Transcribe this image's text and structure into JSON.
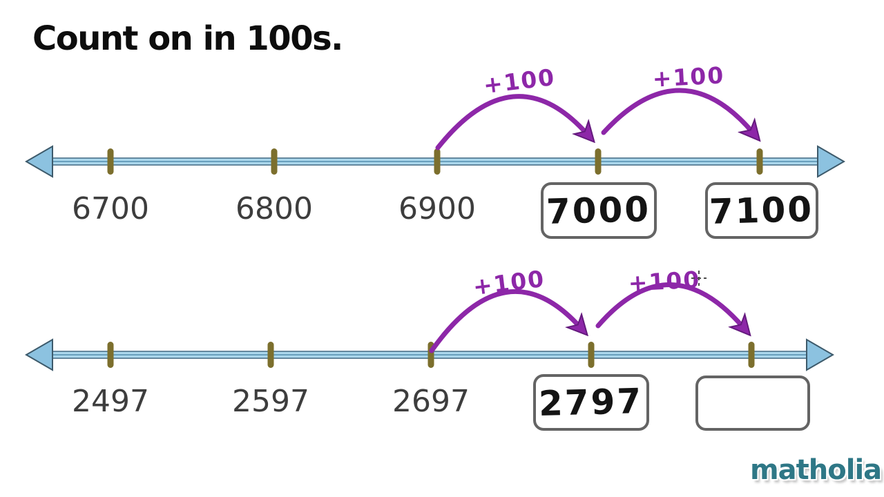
{
  "title": "Count on in 100s.",
  "logo": "matholia",
  "colors": {
    "line_fill": "#abd7ec",
    "line_edge": "#4a7088",
    "arrowhead_fill": "#8cc2e0",
    "tick": "#7c6f2d",
    "jump_arrow": "#8d27a8",
    "box_border": "#646464",
    "label_text": "#3d3d3d",
    "handwriting": "#141414",
    "logo_teal": "#2e7786"
  },
  "number_lines": [
    {
      "tick_labels": [
        "6700",
        "6800",
        "6900"
      ],
      "jumps": [
        {
          "label": "+100"
        },
        {
          "label": "+100"
        }
      ],
      "answer_boxes": [
        {
          "value": "7000",
          "filled": true
        },
        {
          "value": "7100",
          "filled": true
        }
      ]
    },
    {
      "tick_labels": [
        "2497",
        "2597",
        "2697"
      ],
      "jumps": [
        {
          "label": "+100"
        },
        {
          "label": "+100"
        }
      ],
      "answer_boxes": [
        {
          "value": "2797",
          "filled": true
        },
        {
          "value": "",
          "filled": false
        }
      ]
    }
  ]
}
